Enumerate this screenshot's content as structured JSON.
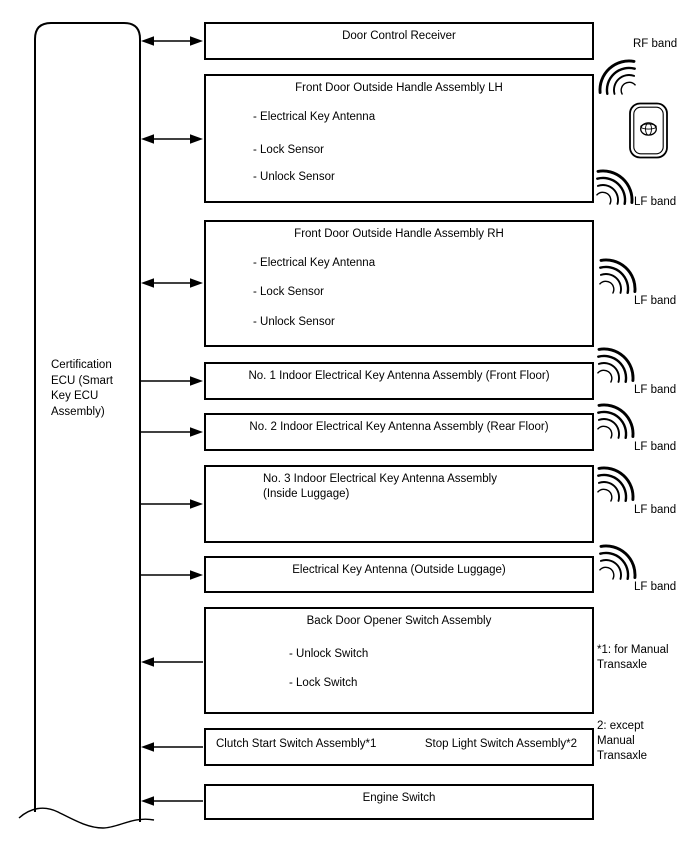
{
  "ecu": {
    "label_lines": [
      "Certification",
      "ECU (Smart",
      "Key ECU",
      "Assembly)"
    ]
  },
  "boxes": [
    {
      "title": "Door Control Receiver"
    },
    {
      "title": "Front Door Outside Handle Assembly LH",
      "items": [
        "- Electrical Key Antenna",
        "- Lock Sensor",
        "- Unlock Sensor"
      ]
    },
    {
      "title": "Front Door Outside Handle Assembly RH",
      "items": [
        "- Electrical Key Antenna",
        "- Lock Sensor",
        "- Unlock Sensor"
      ]
    },
    {
      "title": "No. 1 Indoor Electrical Key Antenna Assembly (Front Floor)"
    },
    {
      "title": "No. 2 Indoor Electrical Key Antenna Assembly (Rear Floor)"
    },
    {
      "title_lines": [
        "No. 3 Indoor Electrical Key Antenna Assembly",
        "(Inside Luggage)"
      ]
    },
    {
      "title": "Electrical Key Antenna (Outside Luggage)"
    },
    {
      "title": "Back Door Opener Switch Assembly",
      "items": [
        "- Unlock Switch",
        "- Lock Switch"
      ]
    },
    {
      "left_label": "Clutch Start Switch Assembly*1",
      "right_label": "Stop Light Switch Assembly*2"
    },
    {
      "title": "Engine Switch"
    }
  ],
  "band_labels": {
    "rf": "RF band",
    "lf": "LF band"
  },
  "notes": {
    "note1_lines": [
      "*1: for Manual",
      "Transaxle"
    ],
    "note2_lines": [
      "2: except",
      "Manual",
      "Transaxle"
    ]
  },
  "icons": {
    "key_fob": "smart-key-fob-icon",
    "rf_wave": "rf-radio-wave-icon",
    "lf_wave": "lf-radio-wave-icon"
  },
  "connections": [
    {
      "target": "Door Control Receiver",
      "direction": "bidirectional"
    },
    {
      "target": "Front Door Outside Handle Assembly LH",
      "direction": "bidirectional"
    },
    {
      "target": "Front Door Outside Handle Assembly RH",
      "direction": "bidirectional"
    },
    {
      "target": "No. 1 Indoor Electrical Key Antenna Assembly (Front Floor)",
      "direction": "to-component"
    },
    {
      "target": "No. 2 Indoor Electrical Key Antenna Assembly (Rear Floor)",
      "direction": "to-component"
    },
    {
      "target": "No. 3 Indoor Electrical Key Antenna Assembly (Inside Luggage)",
      "direction": "to-component"
    },
    {
      "target": "Electrical Key Antenna (Outside Luggage)",
      "direction": "to-component"
    },
    {
      "target": "Back Door Opener Switch Assembly",
      "direction": "to-ecu"
    },
    {
      "target": "Clutch Start Switch Assembly / Stop Light Switch Assembly",
      "direction": "to-ecu"
    },
    {
      "target": "Engine Switch",
      "direction": "to-ecu"
    }
  ],
  "colors": {
    "line": "#000000",
    "background": "#ffffff",
    "text": "#000000"
  }
}
